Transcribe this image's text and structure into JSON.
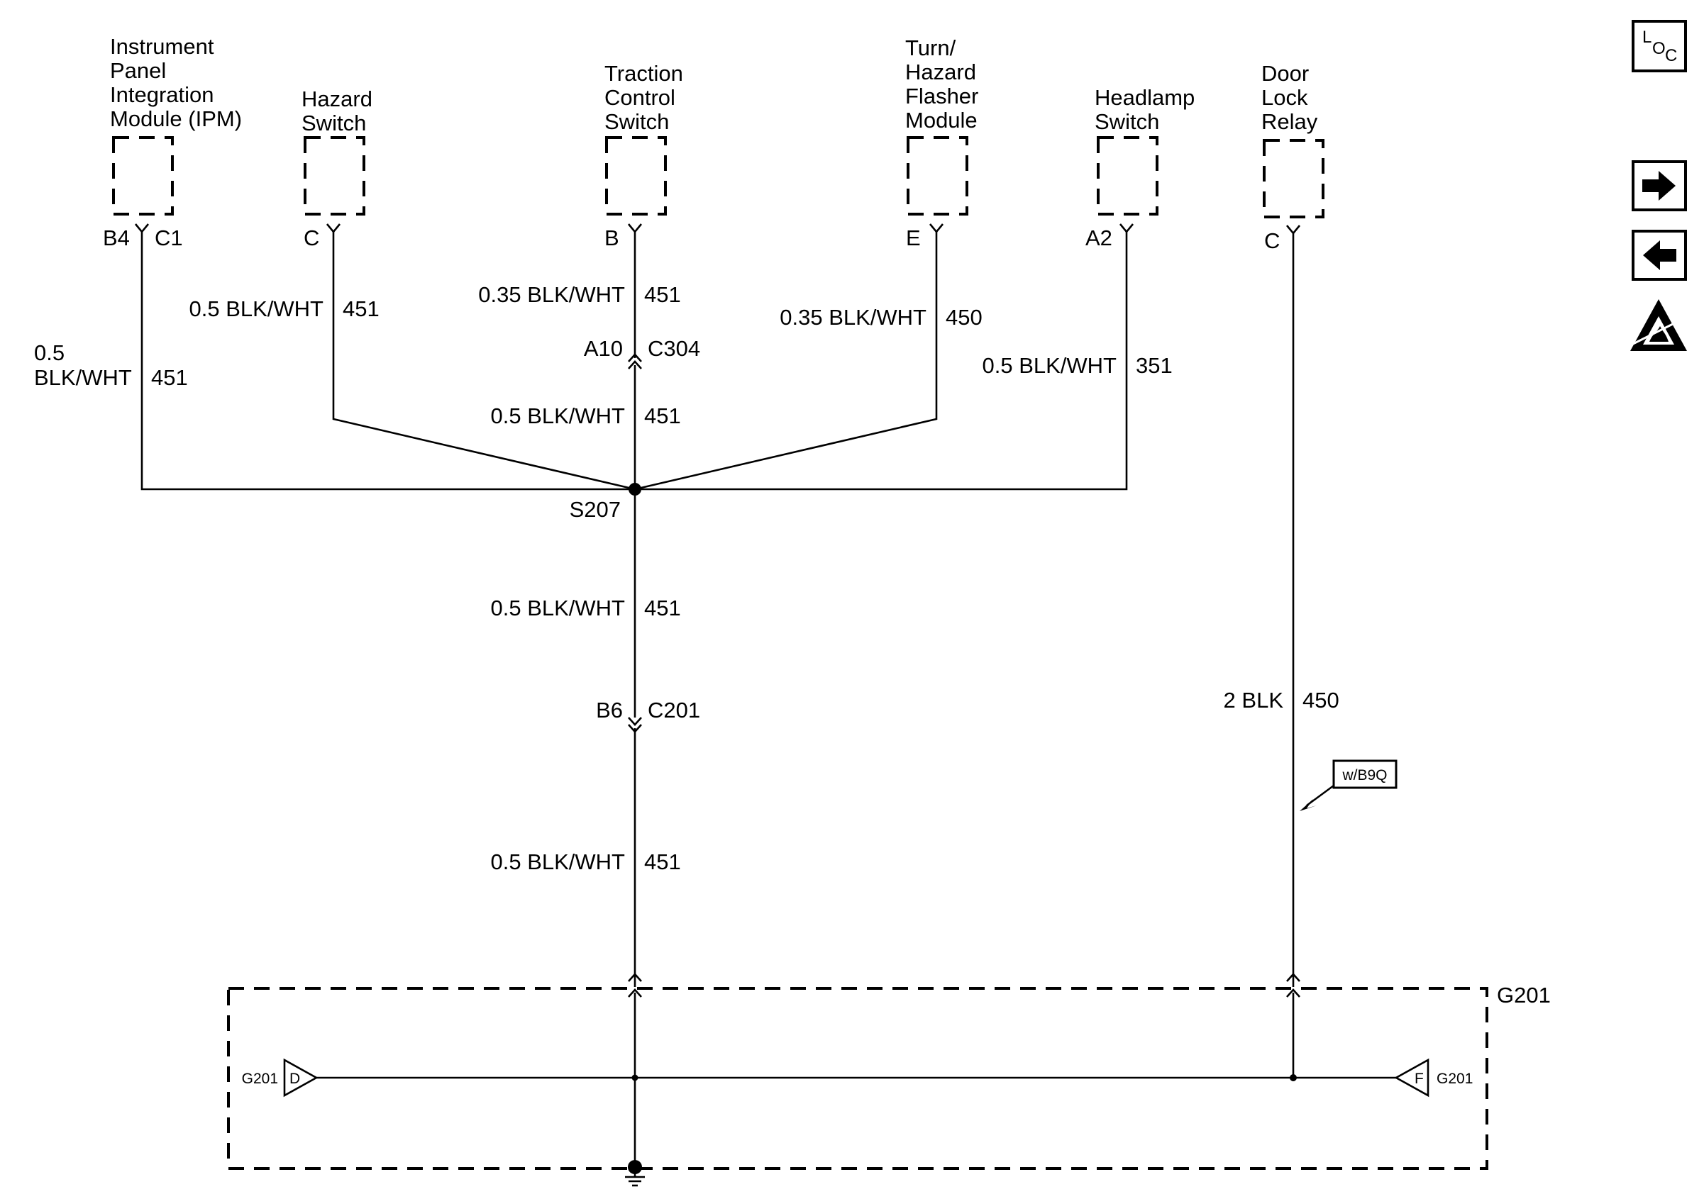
{
  "components": {
    "ipm": [
      "Instrument",
      "Panel",
      "Integration",
      "Module (IPM)"
    ],
    "hazard_switch": [
      "Hazard",
      "Switch"
    ],
    "traction_control_switch": [
      "Traction",
      "Control",
      "Switch"
    ],
    "flasher_module": [
      "Turn/",
      "Hazard",
      "Flasher",
      "Module"
    ],
    "headlamp_switch": [
      "Headlamp",
      "Switch"
    ],
    "door_lock_relay": [
      "Door",
      "Lock",
      "Relay"
    ]
  },
  "pins": {
    "ipm_b4": "B4",
    "ipm_c1": "C1",
    "hazard": "C",
    "traction": "B",
    "flasher": "E",
    "headlamp": "A2",
    "door_lock": "C"
  },
  "wires": {
    "ipm": {
      "gauge_color": [
        "0.5",
        "BLK/WHT"
      ],
      "circuit": "451"
    },
    "hazard": {
      "gauge_color": "0.5 BLK/WHT",
      "circuit": "451"
    },
    "traction_upper": {
      "gauge_color": "0.35 BLK/WHT",
      "circuit": "451"
    },
    "traction_lower": {
      "gauge_color": "0.5 BLK/WHT",
      "circuit": "451"
    },
    "flasher": {
      "gauge_color": "0.35 BLK/WHT",
      "circuit": "450"
    },
    "headlamp": {
      "gauge_color": "0.5 BLK/WHT",
      "circuit": "351"
    },
    "main_upper": {
      "gauge_color": "0.5 BLK/WHT",
      "circuit": "451"
    },
    "main_lower": {
      "gauge_color": "0.5 BLK/WHT",
      "circuit": "451"
    },
    "door_lock": {
      "gauge_color": "2 BLK",
      "circuit": "450"
    }
  },
  "connectors": {
    "c304": {
      "pin": "A10",
      "name": "C304"
    },
    "c201": {
      "pin": "B6",
      "name": "C201"
    }
  },
  "splice": "S207",
  "ground": {
    "name": "G201",
    "left": {
      "label": "G201",
      "pin": "D"
    },
    "right": {
      "label": "G201",
      "pin": "F"
    }
  },
  "option_tag": "w/B9Q",
  "side_icons": {
    "loc": {
      "icon": "loc-icon",
      "letters": [
        "L",
        "O",
        "C"
      ]
    },
    "next": "arrow-right-icon",
    "prev": "arrow-left-icon",
    "esd": "esd-warning-icon"
  }
}
